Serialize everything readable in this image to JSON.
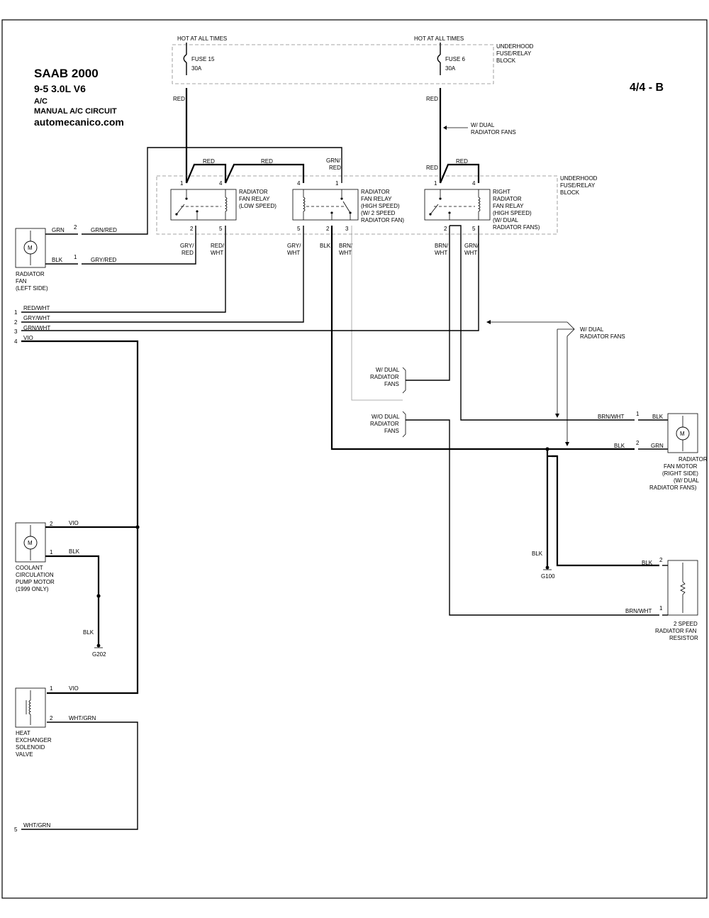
{
  "header": {
    "title": "SAAB 2000",
    "model": "9-5   3.0L  V6",
    "system": "A/C",
    "circuit": "MANUAL A/C CIRCUIT",
    "site": "automecanico.com",
    "page": "4/4 - B"
  },
  "power": {
    "hot1": "HOT AT ALL TIMES",
    "hot2": "HOT AT ALL TIMES",
    "fuse15": "FUSE 15",
    "fuse15_amp": "30A",
    "fuse6": "FUSE 6",
    "fuse6_amp": "30A",
    "block_top": [
      "UNDERHOOD",
      "FUSE/RELAY",
      "BLOCK"
    ],
    "block_mid": [
      "UNDERHOOD",
      "FUSE/RELAY",
      "BLOCK"
    ],
    "dual_note": [
      "W/ DUAL",
      "RADIATOR FANS"
    ]
  },
  "relays": {
    "low": [
      "RADIATOR",
      "FAN RELAY",
      "(LOW SPEED)"
    ],
    "high": [
      "RADIATOR",
      "FAN RELAY",
      "(HIGH SPEED)",
      "(W/ 2 SPEED",
      "RADIATOR FAN)"
    ],
    "right": [
      "RIGHT",
      "RADIATOR",
      "FAN RELAY",
      "(HIGH SPEED)",
      "(W/ DUAL",
      "RADIATOR FANS)"
    ]
  },
  "pins": {
    "r1_1": "1",
    "r1_4": "4",
    "r1_2": "2",
    "r1_5": "5",
    "r2_4": "4",
    "r2_1": "1",
    "r2_5": "5",
    "r2_2": "2",
    "r2_3": "3",
    "r3_1": "1",
    "r3_4": "4",
    "r3_2": "2",
    "r3_5": "5"
  },
  "wires": {
    "red_fuse15": "RED",
    "red_fuse6": "RED",
    "red_r1a": "RED",
    "red_r1b": "RED",
    "grn_red_r2": [
      "GRN/",
      "RED"
    ],
    "red_r3a": "RED",
    "red_r3b": "RED",
    "gry_red": [
      "GRY/",
      "RED"
    ],
    "red_wht": [
      "RED/",
      "WHT"
    ],
    "gry_wht": [
      "GRY/",
      "WHT"
    ],
    "blk_r2": "BLK",
    "brn_wht_r2": [
      "BRN/",
      "WHT"
    ],
    "brn_wht_r3": [
      "BRN/",
      "WHT"
    ],
    "grn_wht_r3": [
      "GRN/",
      "WHT"
    ]
  },
  "left_fan": {
    "label": [
      "RADIATOR",
      "FAN",
      "(LEFT SIDE)"
    ],
    "wire_grn": "GRN",
    "pin2": "2",
    "wire_grn_red": "GRN/RED",
    "wire_blk": "BLK",
    "pin1": "1",
    "wire_gry_red": "GRY/RED"
  },
  "connectors": [
    {
      "num": "1",
      "wire": "RED/WHT"
    },
    {
      "num": "2",
      "wire": "GRY/WHT"
    },
    {
      "num": "3",
      "wire": "GRN/WHT"
    },
    {
      "num": "4",
      "wire": "VIO"
    },
    {
      "num": "5",
      "wire": "WHT/GRN"
    }
  ],
  "notes": {
    "dual_right": [
      "W/ DUAL",
      "RADIATOR FANS"
    ],
    "w_dual": [
      "W/ DUAL",
      "RADIATOR",
      "FANS"
    ],
    "wo_dual": [
      "W/O DUAL",
      "RADIATOR",
      "FANS"
    ]
  },
  "right_motor": {
    "label": [
      "RADIATOR",
      "FAN MOTOR",
      "(RIGHT SIDE)",
      "(W/ DUAL",
      "RADIATOR FANS)"
    ],
    "wire_brn_wht": "BRN/WHT",
    "pin1": "1",
    "wire_blk_in": "BLK",
    "wire_blk": "BLK",
    "pin2": "2",
    "wire_grn": "GRN"
  },
  "ground_g100": {
    "wire": "BLK",
    "label": "G100"
  },
  "resistor": {
    "label": [
      "2 SPEED",
      "RADIATOR FAN",
      "RESISTOR"
    ],
    "wire_blk": "BLK",
    "pin2": "2",
    "wire_brn_wht": "BRN/WHT",
    "pin1": "1"
  },
  "pump": {
    "label": [
      "COOLANT",
      "CIRCULATION",
      "PUMP MOTOR",
      "(1999 ONLY)"
    ],
    "pin2": "2",
    "wire_vio": "VIO",
    "pin1": "1",
    "wire_blk": "BLK"
  },
  "ground_g202": {
    "wire": "BLK",
    "label": "G202"
  },
  "valve": {
    "label": [
      "HEAT",
      "EXCHANGER",
      "SOLENOID",
      "VALVE"
    ],
    "pin1": "1",
    "wire_vio": "VIO",
    "pin2": "2",
    "wire_wht_grn": "WHT/GRN"
  }
}
